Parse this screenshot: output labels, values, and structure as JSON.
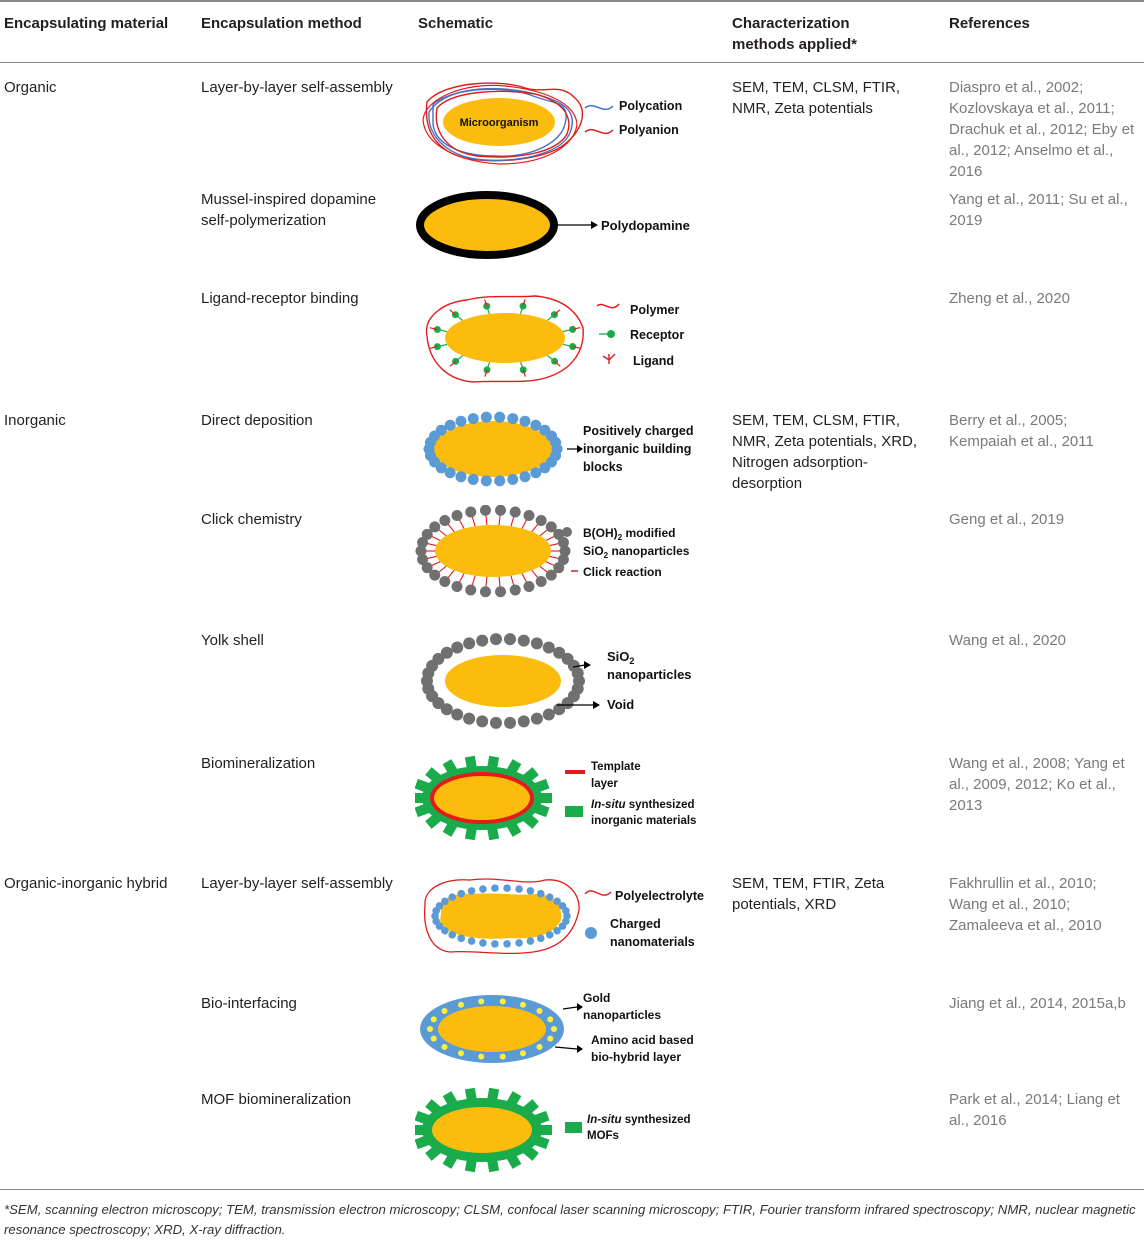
{
  "header": {
    "material": "Encapsulating material",
    "method": "Encapsulation method",
    "schematic": "Schematic",
    "characterization": "Characterization methods applied*",
    "references": "References"
  },
  "groups": [
    {
      "material": "Organic",
      "characterization": "SEM, TEM, CLSM, FTIR, NMR, Zeta potentials"
    },
    {
      "material": "Inorganic",
      "characterization": "SEM, TEM, CLSM, FTIR, NMR, Zeta potentials, XRD, Nitrogen adsorption-desorption"
    },
    {
      "material": "Organic-inorganic hybrid",
      "characterization": "SEM, TEM, FTIR, Zeta potentials, XRD"
    }
  ],
  "rows": [
    {
      "method": "Layer-by-layer self-assembly",
      "references": "Diaspro et al., 2002; Kozlovskaya et al., 2011; Drachuk et al., 2012; Eby et al., 2012; Anselmo et al., 2016",
      "labels": {
        "center": "Microorganism",
        "l1": "Polycation",
        "l2": "Polyanion"
      }
    },
    {
      "method": "Mussel-inspired dopamine self-polymerization",
      "references": "Yang et al., 2011; Su et al., 2019",
      "labels": {
        "l1": "Polydopamine"
      }
    },
    {
      "method": "Ligand-receptor binding",
      "references": "Zheng et al., 2020",
      "labels": {
        "l1": "Polymer",
        "l2": "Receptor",
        "l3": "Ligand"
      }
    },
    {
      "method": "Direct deposition",
      "references": "Berry et al., 2005; Kempaiah et al., 2011",
      "labels": {
        "l1": "Positively charged",
        "l2": "inorganic building",
        "l3": "blocks"
      }
    },
    {
      "method": "Click chemistry",
      "references": "Geng et al., 2019",
      "labels": {
        "l1a": "B(OH)",
        "l1sub": "2",
        "l1b": " modified",
        "l2a": "SiO",
        "l2sub": "2",
        "l2b": " nanoparticles",
        "l3": "Click reaction"
      }
    },
    {
      "method": "Yolk shell",
      "references": "Wang et al., 2020",
      "labels": {
        "l1a": "SiO",
        "l1sub": "2",
        "l2": "nanoparticles",
        "l3": "Void"
      }
    },
    {
      "method": "Biomineralization",
      "references": "Wang et al., 2008; Yang et al., 2009, 2012; Ko et al., 2013",
      "labels": {
        "l1": "Template",
        "l2": "layer",
        "l3a": "In-situ",
        "l3b": " synthesized",
        "l4": "inorganic materials"
      }
    },
    {
      "method": "Layer-by-layer self-assembly",
      "references": "Fakhrullin et al., 2010; Wang et al., 2010; Zamaleeva et al., 2010",
      "labels": {
        "l1": "Polyelectrolyte",
        "l2": "Charged",
        "l3": "nanomaterials"
      }
    },
    {
      "method": "Bio-interfacing",
      "references": "Jiang et al., 2014, 2015a,b",
      "labels": {
        "l1": "Gold",
        "l2": "nanoparticles",
        "l3": "Amino acid based",
        "l4": "bio-hybrid layer"
      }
    },
    {
      "method": "MOF biomineralization",
      "references": "Park et al., 2014; Liang et al., 2016",
      "labels": {
        "l1a": "In-situ",
        "l1b": " synthesized",
        "l2": "MOFs"
      }
    }
  ],
  "footnote": "*SEM, scanning electron microscopy; TEM, transmission electron microscopy; CLSM, confocal laser scanning microscopy; FTIR, Fourier transform infrared spectroscopy; NMR, nuclear magnetic resonance spectroscopy; XRD, X-ray diffraction.",
  "colors": {
    "cell": "#fcbc0d",
    "polycation": "#4472c4",
    "polyanion": "#e31b1b",
    "receptor": "#1aab4b",
    "blue_particle": "#5b9bd5",
    "gray_particle": "#707070",
    "mineral": "#1aab4b",
    "gold": "#ffef3a"
  }
}
